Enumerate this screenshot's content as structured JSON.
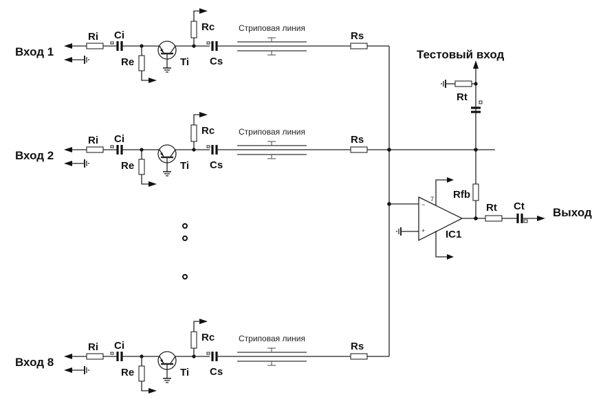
{
  "diagram": {
    "title": "",
    "inputs": [
      {
        "label": "Вход 1",
        "components": {
          "ri": "Ri",
          "ci": "Ci",
          "re": "Re",
          "ti": "Ti",
          "rc": "Rc",
          "cs": "Cs",
          "strip": "Стриповая линия",
          "rs": "Rs"
        }
      },
      {
        "label": "Вход 2",
        "components": {
          "ri": "Ri",
          "ci": "Ci",
          "re": "Re",
          "ti": "Ti",
          "rc": "Rc",
          "cs": "Cs",
          "strip": "Стриповая линия",
          "rs": "Rs"
        }
      },
      {
        "label": "Вход 8",
        "components": {
          "ri": "Ri",
          "ci": "Ci",
          "re": "Re",
          "ti": "Ti",
          "rc": "Rc",
          "cs": "Cs",
          "strip": "Стриповая линия",
          "rs": "Rs"
        }
      }
    ],
    "ellipsis_dots": 3,
    "test_input": {
      "label": "Тестовый вход",
      "resistor": "Rt"
    },
    "amplifier": {
      "label": "IC1",
      "feedback_resistor": "Rfb",
      "pin_top": "7",
      "pin_minus": "−",
      "pin_plus": "+"
    },
    "output": {
      "label": "Выход",
      "resistor": "Rt",
      "capacitor": "Ct"
    }
  }
}
